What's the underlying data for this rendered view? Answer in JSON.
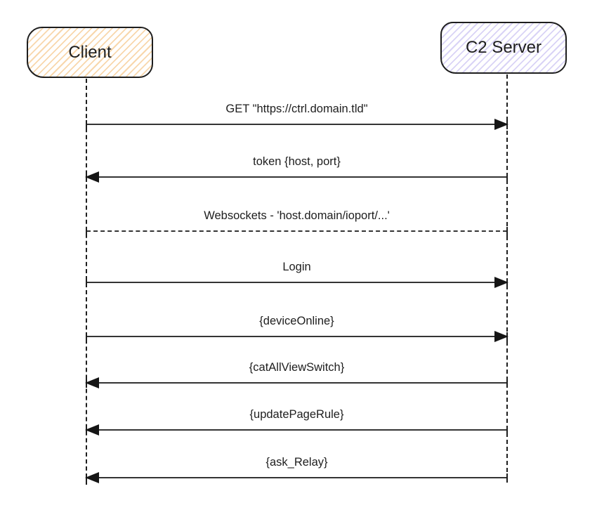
{
  "diagram": {
    "title": "Client / C2 Server sequence diagram",
    "colors": {
      "background": "#ffffff",
      "stroke": "#1e1e1e",
      "line": "#343434",
      "client_fill_hatch": "#f8d7ac",
      "server_fill_hatch": "#d9d3f6"
    },
    "actors": [
      {
        "id": "client",
        "label": "Client"
      },
      {
        "id": "c2-server",
        "label": "C2 Server"
      }
    ],
    "messages": [
      {
        "label": "GET \"https://ctrl.domain.tld\"",
        "from": "client",
        "to": "c2-server",
        "direction": "ltr",
        "line": "solid",
        "arrow": true
      },
      {
        "label": "token {host, port}",
        "from": "c2-server",
        "to": "client",
        "direction": "rtl",
        "line": "solid",
        "arrow": true
      },
      {
        "label": "Websockets - 'host.domain/ioport/...'",
        "from": "client",
        "to": "c2-server",
        "direction": "none",
        "line": "dashed",
        "arrow": false
      },
      {
        "label": "Login",
        "from": "client",
        "to": "c2-server",
        "direction": "ltr",
        "line": "solid",
        "arrow": true
      },
      {
        "label": "{deviceOnline}",
        "from": "client",
        "to": "c2-server",
        "direction": "ltr",
        "line": "solid",
        "arrow": true
      },
      {
        "label": "{catAllViewSwitch}",
        "from": "c2-server",
        "to": "client",
        "direction": "rtl",
        "line": "solid",
        "arrow": true
      },
      {
        "label": "{updatePageRule}",
        "from": "c2-server",
        "to": "client",
        "direction": "rtl",
        "line": "solid",
        "arrow": true
      },
      {
        "label": "{ask_Relay}",
        "from": "c2-server",
        "to": "client",
        "direction": "rtl",
        "line": "solid",
        "arrow": true
      }
    ]
  }
}
